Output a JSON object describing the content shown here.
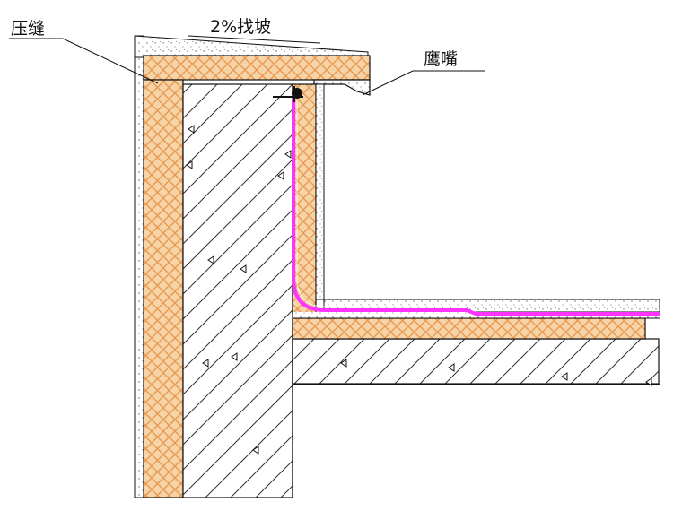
{
  "labels": {
    "press_joint": "压缝",
    "slope": "2%找坡",
    "drip_edge": "鹰嘴"
  },
  "colors": {
    "insulation": "#f2c391",
    "insulation_hatch": "#e89a55",
    "membrane": "#ff33ff",
    "line": "#111111",
    "mortar_dots": "#777777",
    "concrete_hatch": "#222222"
  }
}
